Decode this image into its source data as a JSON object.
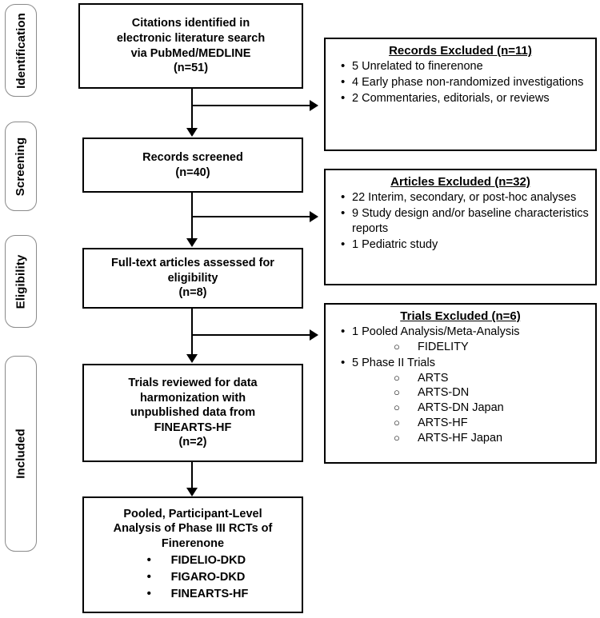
{
  "stages": [
    {
      "label": "Identification"
    },
    {
      "label": "Screening"
    },
    {
      "label": "Eligibility"
    },
    {
      "label": "Included"
    }
  ],
  "flow": {
    "identification": {
      "line1": "Citations identified in",
      "line2": "electronic literature search",
      "line3": "via PubMed/MEDLINE",
      "count": "(n=51)"
    },
    "screening": {
      "line1": "Records screened",
      "count": "(n=40)"
    },
    "eligibility": {
      "line1": "Full-text articles assessed for",
      "line2": "eligibility",
      "count": "(n=8)"
    },
    "harmonization": {
      "line1": "Trials reviewed for data",
      "line2": "harmonization with",
      "line3": "unpublished data from",
      "line4": "FINEARTS-HF",
      "count": "(n=2)"
    },
    "included": {
      "line1": "Pooled, Participant-Level",
      "line2": "Analysis of Phase III RCTs of",
      "line3": "Finerenone",
      "trials": [
        "FIDELIO-DKD",
        "FIGARO-DKD",
        "FINEARTS-HF"
      ]
    }
  },
  "exclusions": [
    {
      "heading": "Records Excluded (n=11)",
      "items": [
        {
          "text": "5 Unrelated to finerenone"
        },
        {
          "text": "4 Early phase non-randomized investigations"
        },
        {
          "text": "2 Commentaries, editorials, or reviews"
        }
      ]
    },
    {
      "heading": "Articles Excluded (n=32)",
      "items": [
        {
          "text": "22 Interim, secondary, or post-hoc analyses"
        },
        {
          "text": "9 Study design and/or baseline characteristics reports"
        },
        {
          "text": "1 Pediatric study"
        }
      ]
    },
    {
      "heading": "Trials Excluded (n=6)",
      "items": [
        {
          "text": "1 Pooled Analysis/Meta-Analysis",
          "sub": [
            "FIDELITY"
          ]
        },
        {
          "text": "5 Phase II Trials",
          "sub": [
            "ARTS",
            "ARTS-DN",
            "ARTS-DN Japan",
            "ARTS-HF",
            "ARTS-HF Japan"
          ]
        }
      ]
    }
  ],
  "glyphs": {
    "bullet": "•",
    "subbullet": "○"
  },
  "colors": {
    "line": "#000000",
    "stage_border": "#8a8a8a",
    "background": "#ffffff"
  }
}
